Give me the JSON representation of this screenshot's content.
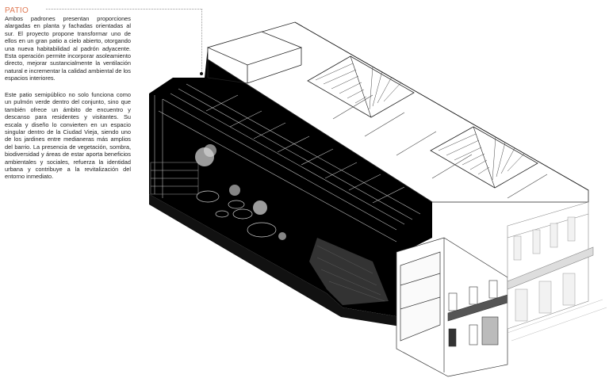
{
  "section": {
    "title": "PATIO",
    "title_color": "#e07a55",
    "paragraphs": [
      "Ambos padrones presentan proporciones alargadas en planta y fachadas orientadas al sur. El proyecto propone transformar uno de ellos en un gran patio a cielo abierto, otorgando una nueva habitabilidad al padrón adyacente. Esta operación permite incorporar asoleamiento directo, mejorar sustancialmente la ventilación natural e incrementar la calidad ambiental de los espacios interiores.",
      "Este patio semipúblico no solo funciona como un pulmón verde dentro del conjunto, sino que también ofrece un ámbito de encuentro y descanso para residentes y visitantes. Su escala y diseño lo convierten en un espacio singular dentro de la Ciudad Vieja, siendo uno de los jardines entre medianeras más amplios del barrio. La presencia de vegetación, sombra, biodiversidad y áreas de estar aporta beneficios ambientales y sociales, refuerza la identidad urbana y contribuye a la revitalización del entorno inmediato."
    ]
  },
  "drawing": {
    "type": "axonometric-section",
    "subject": "patio between party walls with adjacent historic facades",
    "colors": {
      "section_fill": "#000000",
      "lines": "#222222",
      "accent": "#e07a55"
    }
  }
}
